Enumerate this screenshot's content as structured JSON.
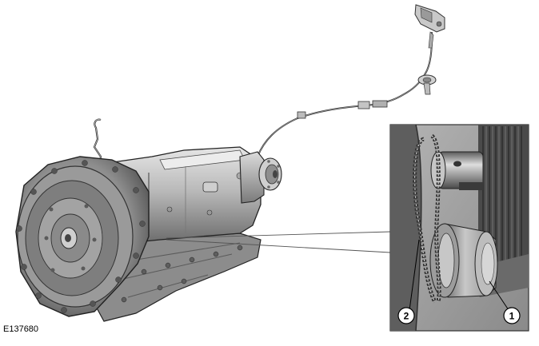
{
  "figure": {
    "id_label": "E137680"
  },
  "callouts": [
    {
      "number": "1"
    },
    {
      "number": "2"
    }
  ],
  "colors": {
    "metal_light": "#d4d4d4",
    "metal_mid": "#a8a8a8",
    "metal_dark": "#6e6e6e",
    "metal_shadow": "#3c3c3c",
    "inset_background": "#9a9a9a",
    "outline": "#222222"
  }
}
